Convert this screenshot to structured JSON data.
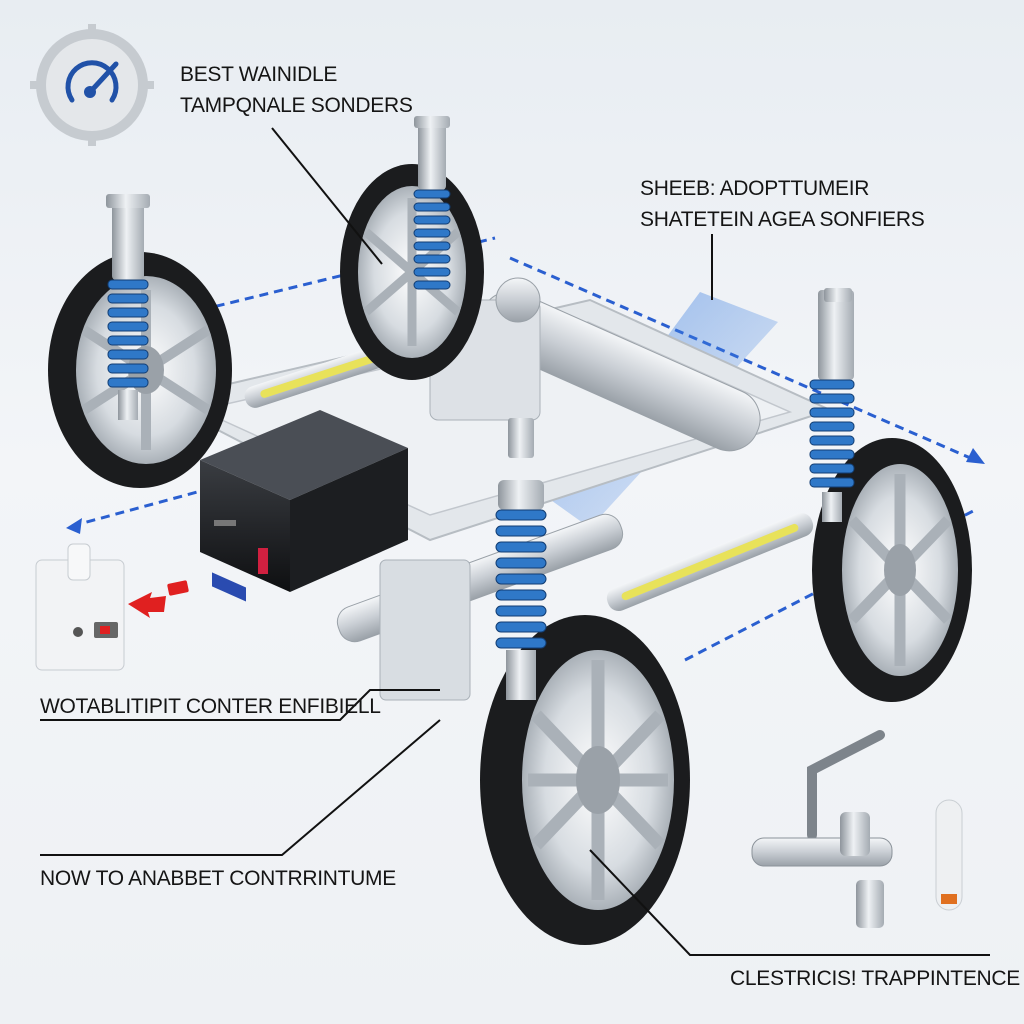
{
  "labels": {
    "top_left_line1": "BEST WAINIDLE",
    "top_left_line2": "TAMPQNALE SONDERS",
    "top_right_line1": "SHEEB: ADOPTTUMEIR",
    "top_right_line2": "SHATETEIN AGEA SONFIERS",
    "mid_left": "WOTABLITIPIT CONTER ENFIBIELL",
    "bottom_left": "NOW TO ANABBET CONTRRINTUME",
    "bottom_right": "CLESTRICIS! TRAPPINTENCE"
  },
  "icons": {
    "badge": "gauge-gear-icon",
    "sensor": "sensor-module-icon",
    "tool": "valve-tool-icon"
  },
  "colors": {
    "spring_blue": "#2f78c8",
    "accent_yellow": "#e8e25a",
    "dash_blue": "#2a5fd0",
    "alert_red": "#e02020"
  }
}
